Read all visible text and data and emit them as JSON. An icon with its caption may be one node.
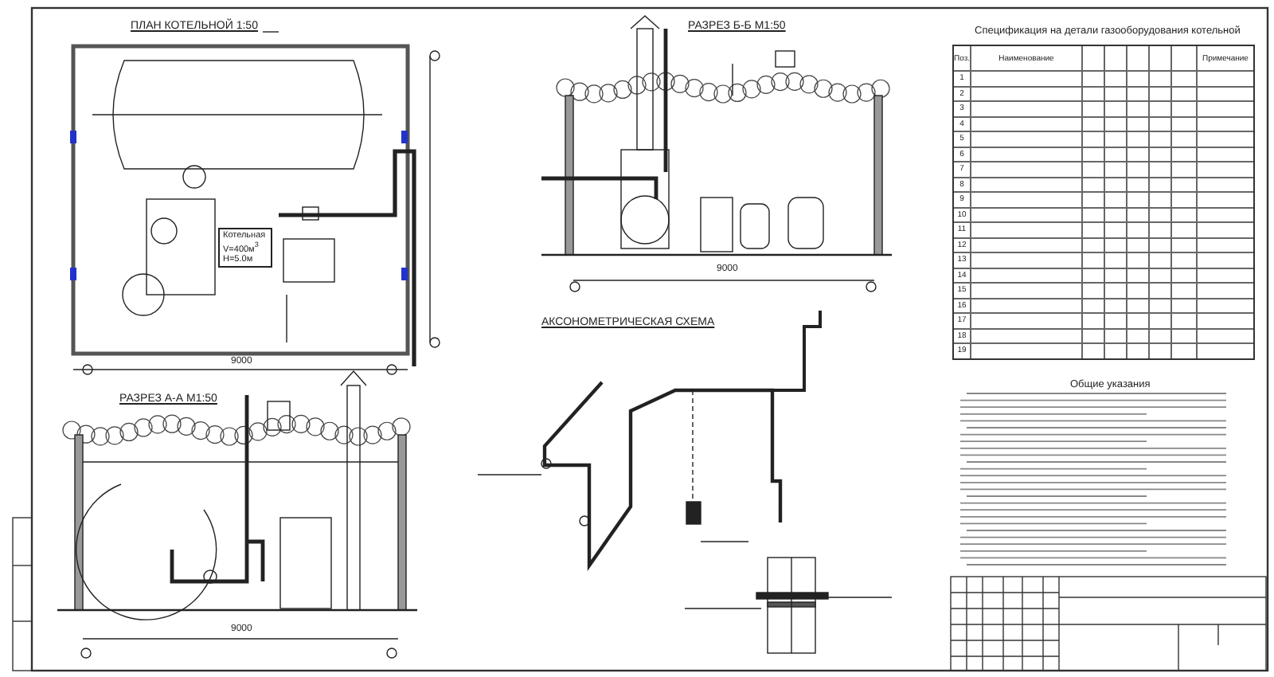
{
  "diagram": {
    "labels": [
      "ПЛАН КОТЕЛЬНОЙ 1:50",
      "Котельная V=400м$^{3}$ H=5.0м",
      "9000",
      "РАЗРЕЗ Б-Б М1:50",
      "9000",
      "Спецификация на детали газооборудования котельной",
      "Поз.",
      "Наименование",
      "Примечание",
      "1",
      "2",
      "3",
      "4",
      "5",
      "6",
      "7",
      "8",
      "9",
      "10",
      "11",
      "12",
      "13",
      "14",
      "15",
      "16",
      "17",
      "18",
      "19",
      "РАЗРЕЗ А-А М1:50",
      "9000",
      "АКСОНОМЕТРИЧЕСКАЯ СХЕМА",
      "Общие указания"
    ]
  }
}
